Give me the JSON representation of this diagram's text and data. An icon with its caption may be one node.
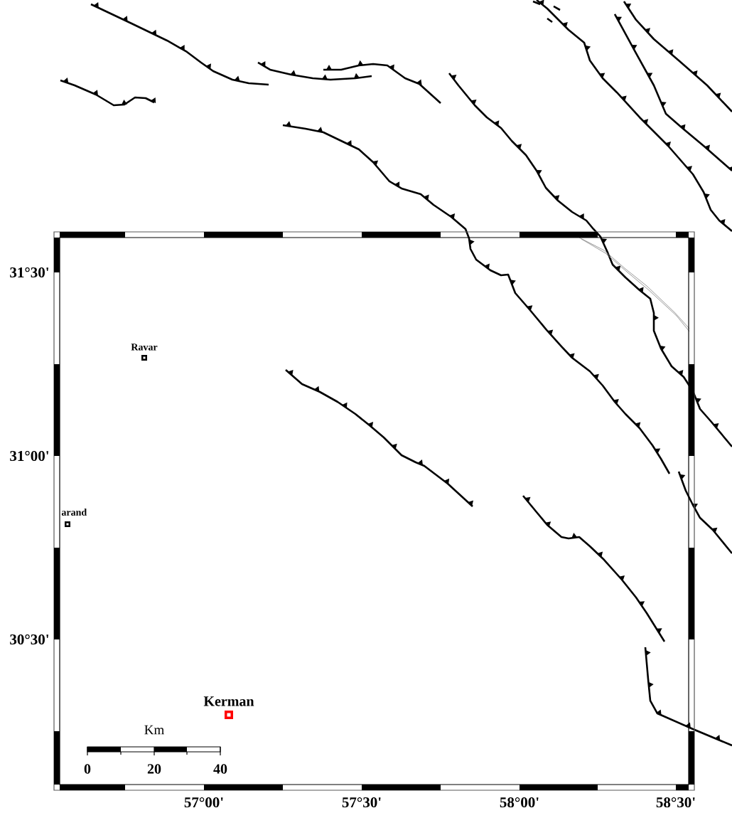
{
  "diagram": {
    "labels": [
      "31°30'",
      "Ravar",
      "arand",
      "31°00'",
      "30°30'",
      "Kerman",
      "Km",
      "0",
      "20",
      "40",
      "57°00'",
      "57°30'",
      "58°00'",
      "58°30'"
    ]
  }
}
